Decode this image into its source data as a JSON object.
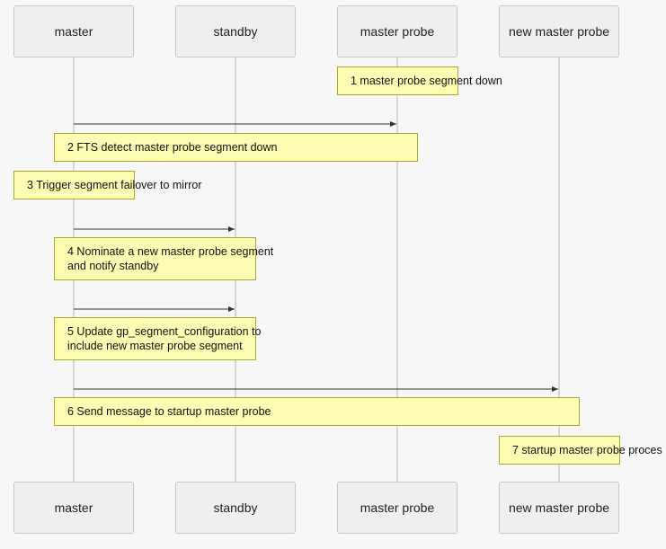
{
  "participants": [
    "master",
    "standby",
    "master probe",
    "new master probe"
  ],
  "notes": [
    {
      "number": 1,
      "lines": [
        "1 master probe segment down"
      ]
    },
    {
      "number": 2,
      "lines": [
        "2 FTS detect master probe segment down"
      ]
    },
    {
      "number": 3,
      "lines": [
        "3 Trigger segment failover to mirror"
      ]
    },
    {
      "number": 4,
      "lines": [
        "4 Nominate a new master probe segment",
        "and notify standby"
      ]
    },
    {
      "number": 5,
      "lines": [
        "5 Update gp_segment_configuration to",
        "include new master probe segment"
      ]
    },
    {
      "number": 6,
      "lines": [
        "6 Send message to startup master probe"
      ]
    },
    {
      "number": 7,
      "lines": [
        "7 startup master probe proces"
      ]
    }
  ],
  "messages": [
    {
      "from": "master",
      "to": "master probe"
    },
    {
      "from": "master",
      "to": "standby"
    },
    {
      "from": "master",
      "to": "standby"
    },
    {
      "from": "master",
      "to": "new master probe"
    }
  ],
  "colors": {
    "background": "#f7f7f7",
    "actor_fill": "#efefef",
    "actor_border": "#c8c8c8",
    "lifeline": "#b5b5b5",
    "note_fill": "#fcfcb3",
    "note_border": "#aaaa33",
    "arrow": "#333333"
  }
}
